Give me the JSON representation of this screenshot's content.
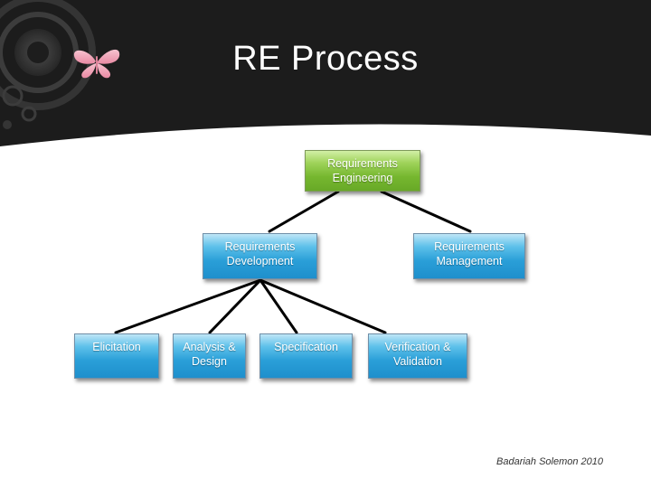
{
  "slide": {
    "title": "RE Process",
    "footer": "Badariah Solemon 2010"
  },
  "diagram": {
    "root": {
      "line1": "Requirements",
      "line2": "Engineering"
    },
    "development": {
      "line1": "Requirements",
      "line2": "Development"
    },
    "management": {
      "line1": "Requirements",
      "line2": "Management"
    },
    "elicitation": {
      "line1": "Elicitation",
      "line2": ""
    },
    "analysis": {
      "line1": "Analysis &",
      "line2": "Design"
    },
    "specification": {
      "line1": "Specification",
      "line2": ""
    },
    "verification": {
      "line1": "Verification &",
      "line2": "Validation"
    }
  },
  "colors": {
    "banner": "#1c1c1c",
    "root_node": "#7cbc34",
    "child_nodes": "#2aa0d8",
    "butterfly": "#f2a0b4"
  },
  "icons": [
    "butterfly-icon",
    "circle-ornament-icon"
  ]
}
